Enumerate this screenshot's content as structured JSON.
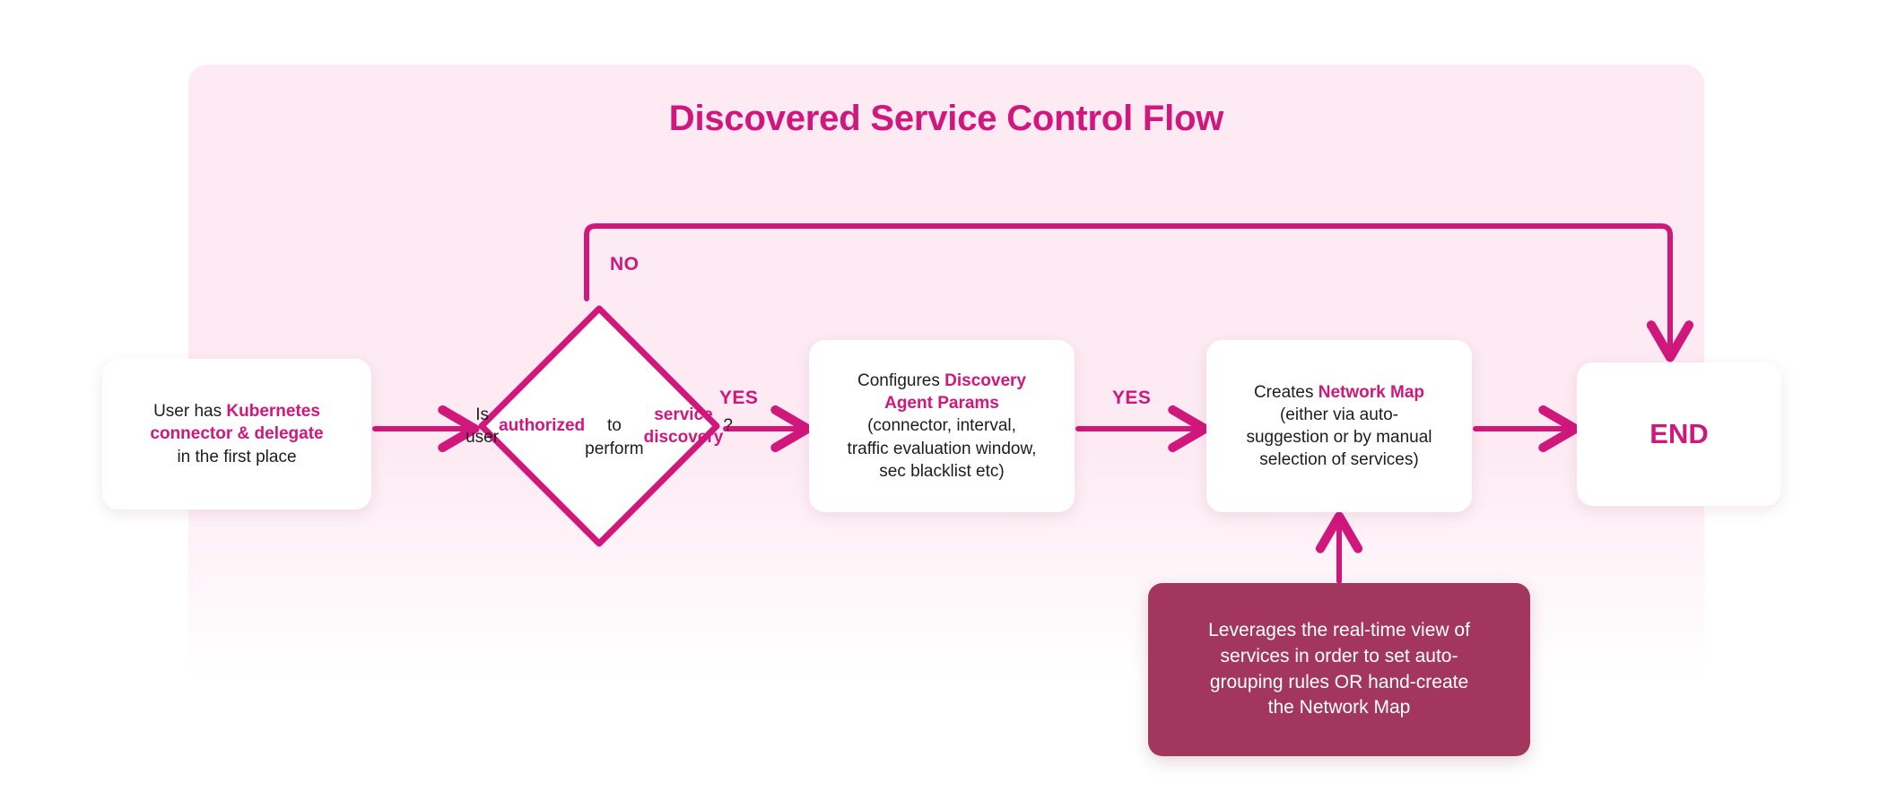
{
  "page": {
    "title": "Discovered Service Control Flow",
    "background": "#ffffff",
    "panel_color": "#fdeaf3",
    "accent_color": "#d0177c",
    "note_color": "#a3365d",
    "text_color": "#1d1d1d"
  },
  "nodes": {
    "start": {
      "type": "process",
      "lines": [
        {
          "segments": [
            {
              "text": "User has ",
              "emphasis": false
            },
            {
              "text": "Kubernetes",
              "emphasis": true
            }
          ]
        },
        {
          "segments": [
            {
              "text": "connector & delegate",
              "emphasis": true
            }
          ]
        },
        {
          "segments": [
            {
              "text": "in the first place",
              "emphasis": false
            }
          ]
        }
      ]
    },
    "decision": {
      "type": "decision",
      "lines": [
        {
          "segments": [
            {
              "text": "Is user",
              "emphasis": false
            }
          ]
        },
        {
          "segments": [
            {
              "text": "authorized",
              "emphasis": true
            }
          ]
        },
        {
          "segments": [
            {
              "text": "to perform",
              "emphasis": false
            }
          ]
        },
        {
          "segments": [
            {
              "text": "service discovery",
              "emphasis": true
            },
            {
              "text": "?",
              "emphasis": false
            }
          ]
        }
      ]
    },
    "params": {
      "type": "process",
      "lines": [
        {
          "segments": [
            {
              "text": "Configures ",
              "emphasis": false
            },
            {
              "text": "Discovery",
              "emphasis": true
            }
          ]
        },
        {
          "segments": [
            {
              "text": "Agent Params",
              "emphasis": true
            }
          ]
        },
        {
          "segments": [
            {
              "text": "(connector, interval,",
              "emphasis": false
            }
          ]
        },
        {
          "segments": [
            {
              "text": "traffic evaluation window,",
              "emphasis": false
            }
          ]
        },
        {
          "segments": [
            {
              "text": "sec blacklist etc)",
              "emphasis": false
            }
          ]
        }
      ]
    },
    "map": {
      "type": "process",
      "lines": [
        {
          "segments": [
            {
              "text": "Creates ",
              "emphasis": false
            },
            {
              "text": "Network Map",
              "emphasis": true
            }
          ]
        },
        {
          "segments": [
            {
              "text": "(either via auto-",
              "emphasis": false
            }
          ]
        },
        {
          "segments": [
            {
              "text": "suggestion or by manual",
              "emphasis": false
            }
          ]
        },
        {
          "segments": [
            {
              "text": "selection of services)",
              "emphasis": false
            }
          ]
        }
      ]
    },
    "end": {
      "type": "terminator",
      "label": "END"
    },
    "note": {
      "type": "annotation",
      "lines": [
        "Leverages the real-time view of",
        "services in order to set auto-",
        "grouping rules OR hand-create",
        "the Network Map"
      ]
    }
  },
  "edges": {
    "start_to_decision": {
      "label": "",
      "from": "start",
      "to": "decision"
    },
    "decision_no": {
      "label": "NO",
      "from": "decision",
      "to": "end"
    },
    "decision_yes": {
      "label": "YES",
      "from": "decision",
      "to": "params"
    },
    "params_to_map": {
      "label": "YES",
      "from": "params",
      "to": "map"
    },
    "map_to_end": {
      "label": "",
      "from": "map",
      "to": "end"
    },
    "note_to_map": {
      "label": "",
      "from": "note",
      "to": "map"
    }
  }
}
